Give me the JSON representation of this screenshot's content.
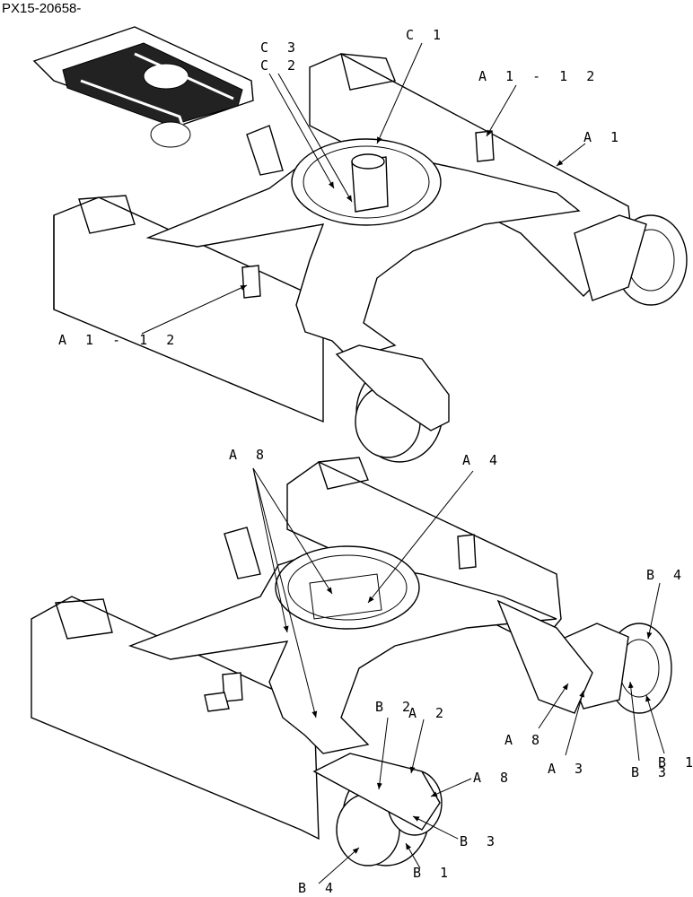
{
  "drawing_code": "PX15-20658-",
  "labels": {
    "c1": "C 1",
    "c3": "C 3",
    "c2": "C 2",
    "a1_12_top": "A 1 - 1 2",
    "a1": "A 1",
    "a1_12_left": "A 1 - 1 2",
    "a8_top": "A 8",
    "a4": "A 4",
    "b4_right": "B 4",
    "b2": "B 2",
    "a2": "A 2",
    "a8_right": "A 8",
    "a3": "A 3",
    "b1_right": "B 1",
    "b3_right": "B 3",
    "a8_bottom": "A 8",
    "b3_bottom": "B 3",
    "b1_bottom": "B 1",
    "b4_bottom": "B 4"
  }
}
